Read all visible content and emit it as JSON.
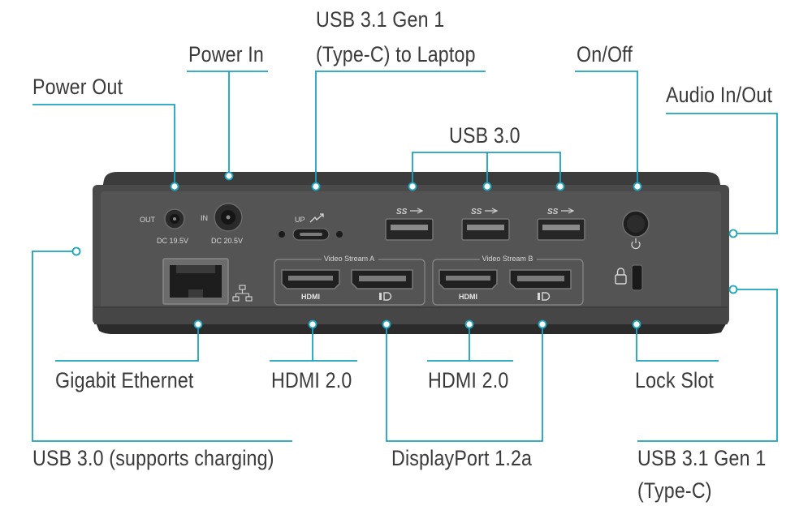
{
  "labels": {
    "power_out": "Power Out",
    "power_in": "Power In",
    "usbc_laptop_line1": "USB 3.1 Gen 1",
    "usbc_laptop_line2": "(Type-C) to Laptop",
    "on_off": "On/Off",
    "audio": "Audio In/Out",
    "usb30": "USB 3.0",
    "gigabit": "Gigabit Ethernet",
    "hdmi_a": "HDMI 2.0",
    "hdmi_b": "HDMI 2.0",
    "lock_slot": "Lock Slot",
    "usb_charging": "USB 3.0 (supports charging)",
    "displayport": "DisplayPort 1.2a",
    "usbc_side_line1": "USB 3.1 Gen 1",
    "usbc_side_line2": "(Type-C)"
  },
  "device": {
    "out_label": "OUT",
    "out_rating": "DC 19.5V",
    "in_label": "IN",
    "in_rating": "DC 20.5V",
    "up_label": "UP",
    "usb_logo_text": "SS",
    "stream_a": "Video Stream A",
    "stream_b": "Video Stream B",
    "hdmi_port_label": "HDMI"
  },
  "colors": {
    "callout_line": "#1ba3bf",
    "device_body": "#4b4b4b",
    "device_face": "#545454",
    "device_bottom": "#2e2e2e",
    "label_text": "#3a3a3a"
  }
}
